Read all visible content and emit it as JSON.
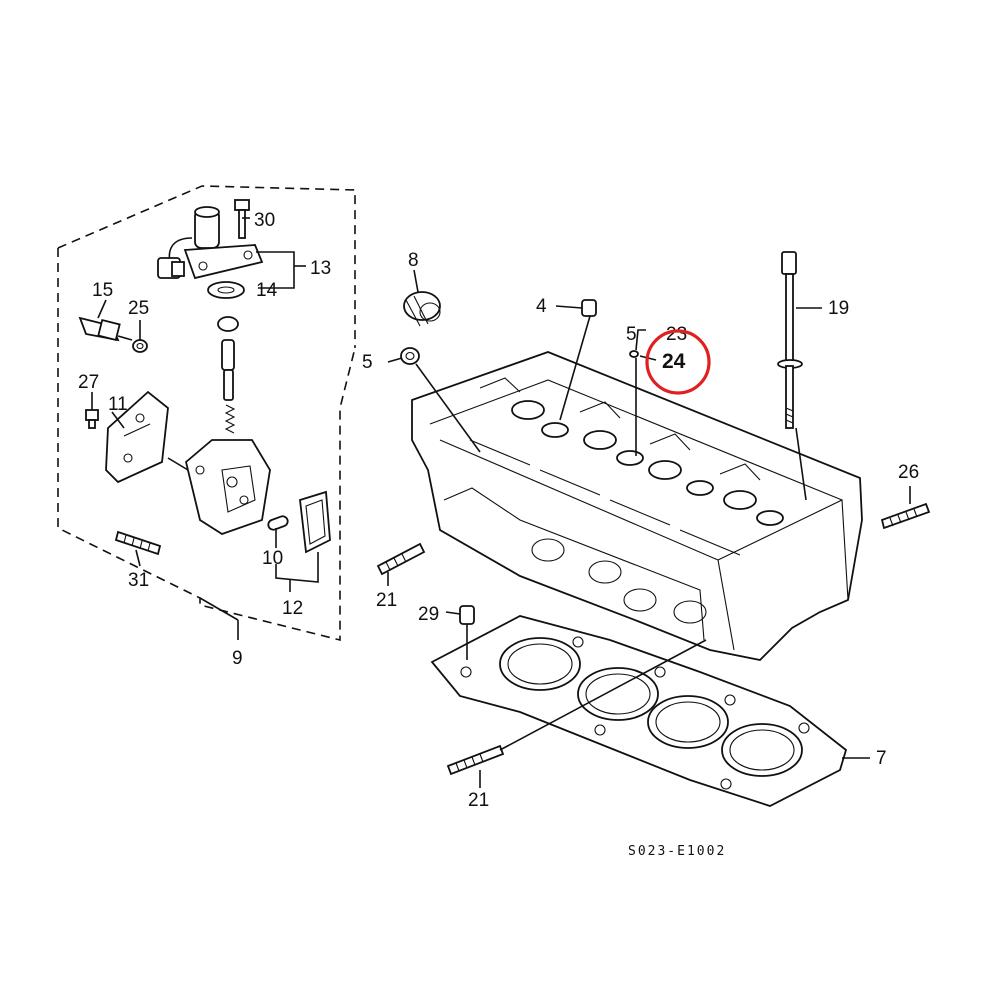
{
  "diagram": {
    "drawing_code": "S023-E1002",
    "highlight_color": "#e02020",
    "callouts": {
      "c30": "30",
      "c13": "13",
      "c14": "14",
      "c15": "15",
      "c25": "25",
      "c27": "27",
      "c11": "11",
      "c31": "31",
      "c10": "10",
      "c12": "12",
      "c9": "9",
      "c8": "8",
      "c4": "4",
      "c5a": "5",
      "c5b": "5",
      "c23": "23",
      "c24": "24",
      "c19": "19",
      "c26": "26",
      "c21a": "21",
      "c21b": "21",
      "c29": "29",
      "c7": "7"
    }
  }
}
